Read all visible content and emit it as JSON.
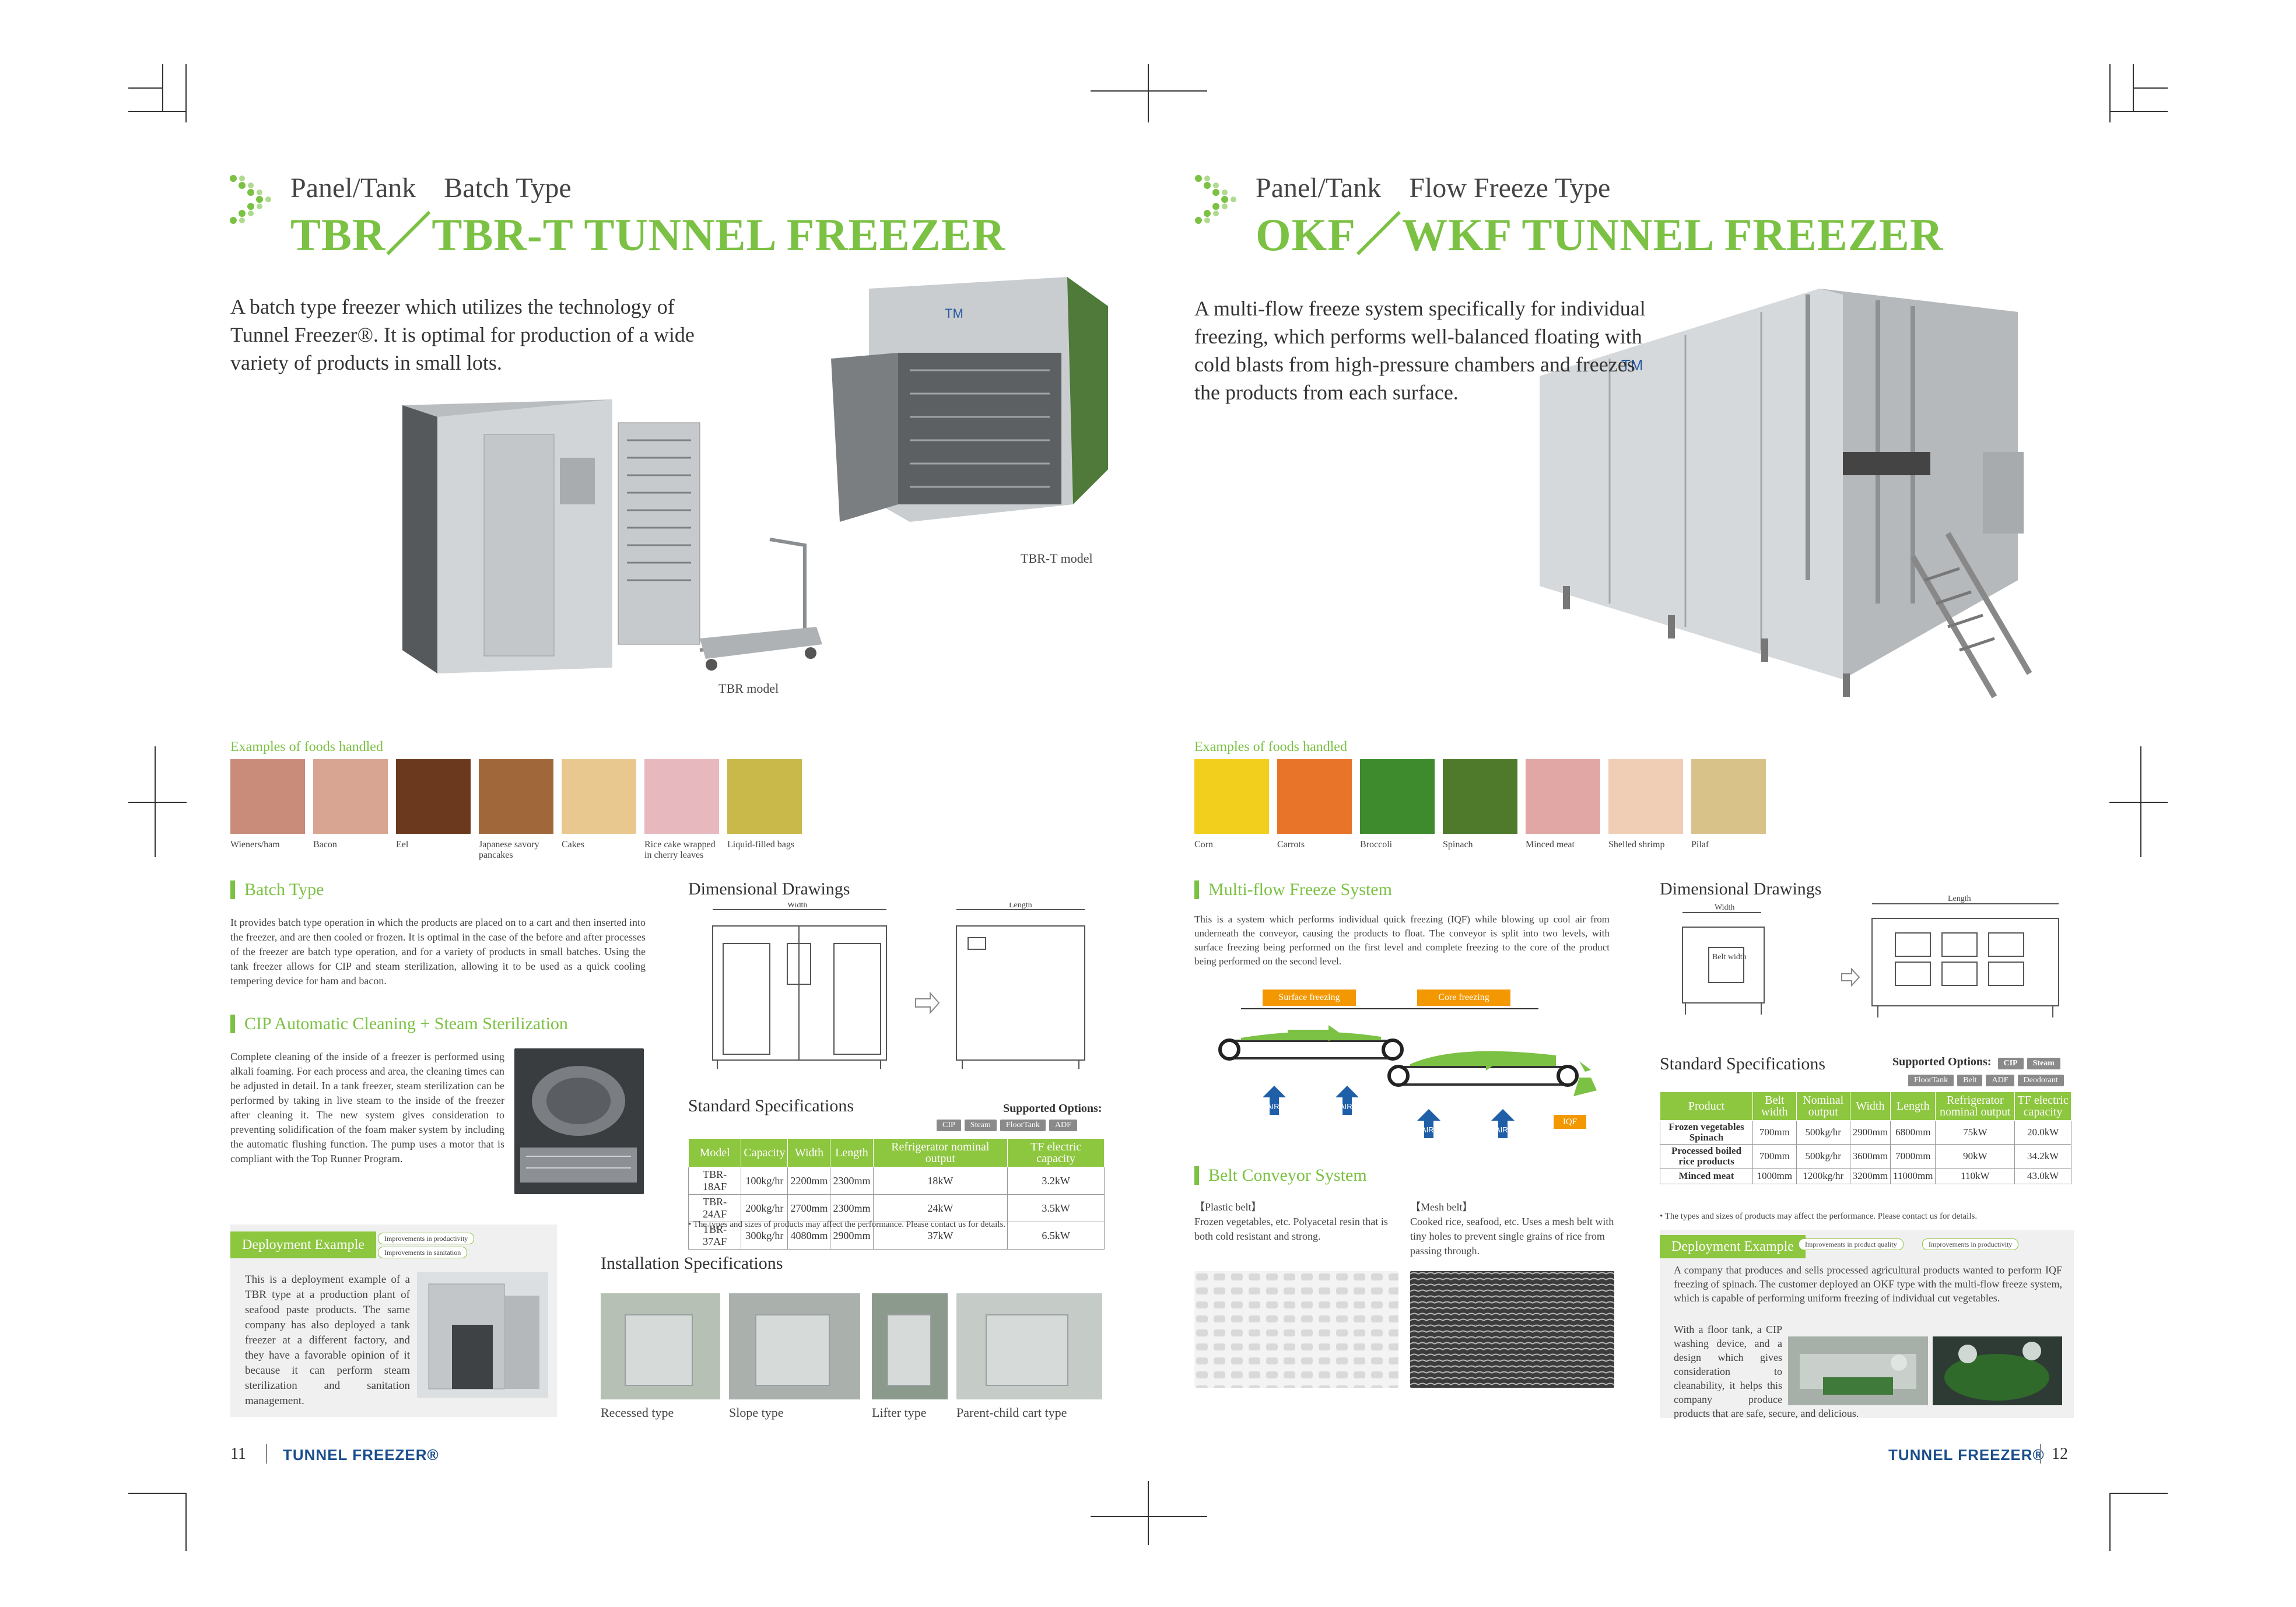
{
  "left": {
    "subtitle": "Panel/Tank　Batch Type",
    "title": "TBR／TBR-T TUNNEL FREEZER",
    "intro": "A batch type freezer which utilizes the technology of Tunnel Freezer®. It is optimal for production of a wide variety of products in small lots.",
    "captions": {
      "tbr": "TBR model",
      "tbrt": "TBR-T model"
    },
    "foods_label": "Examples of foods handled",
    "foods": [
      "Wieners/ham",
      "Bacon",
      "Eel",
      "Japanese savory pancakes",
      "Cakes",
      "Rice cake wrapped in cherry leaves",
      "Liquid-filled bags"
    ],
    "food_colors": [
      "#c98b7a",
      "#d8a592",
      "#6b3a1e",
      "#a0683a",
      "#e9c890",
      "#e7b8be",
      "#c9b84a"
    ],
    "batch_head": "Batch Type",
    "batch_text": "It provides batch type operation in which the products are placed on to a cart and then inserted into the freezer, and are then cooled or frozen. It is optimal in the case of the before and after processes of the freezer are batch type operation, and for a variety of products in small batches. Using the tank freezer allows for CIP and steam sterilization, allowing it to be used as a quick cooling tempering device for ham and bacon.",
    "cip_head": "CIP Automatic Cleaning + Steam Sterilization",
    "cip_text": "Complete cleaning of the inside of a freezer is performed using alkali foaming. For each process and area, the cleaning times can be adjusted in detail. In a tank freezer, steam sterilization can be performed by taking in live steam to the inside of the freezer after cleaning it. The new system gives consideration to preventing solidification of the foam maker system by including the automatic flushing function. The pump uses a motor that is compliant with the Top Runner Program.",
    "dim_head": "Dimensional Drawings",
    "dim_width": "Width",
    "dim_length": "Length",
    "spec_head": "Standard Specifications",
    "options_label": "Supported Options:",
    "options": [
      "CIP",
      "Steam",
      "FloorTank",
      "ADF"
    ],
    "spec_cols": [
      "Model",
      "Capacity",
      "Width",
      "Length",
      "Refrigerator nominal output",
      "TF electric capacity"
    ],
    "spec_rows": [
      [
        "TBR-18AF",
        "100kg/hr",
        "2200mm",
        "2300mm",
        "18kW",
        "3.2kW"
      ],
      [
        "TBR-24AF",
        "200kg/hr",
        "2700mm",
        "2300mm",
        "24kW",
        "3.5kW"
      ],
      [
        "TBR-37AF",
        "300kg/hr",
        "4080mm",
        "2900mm",
        "37kW",
        "6.5kW"
      ]
    ],
    "spec_note": "• The types and sizes of products may affect the performance. Please contact us for details.",
    "deploy_head": "Deployment Example",
    "deploy_tags": [
      "Improvements in productivity",
      "Improvements in sanitation"
    ],
    "deploy_text": "This is a deployment example of a TBR type at a production plant of seafood paste products. The same company has also deployed a tank freezer at a different factory, and they have a favorable opinion of it because it can perform steam sterilization and sanitation management.",
    "install_head": "Installation Specifications",
    "install": [
      "Recessed type",
      "Slope type",
      "Lifter type",
      "Parent-child cart type"
    ],
    "page_no": "11",
    "brand": "TUNNEL FREEZER®"
  },
  "right": {
    "subtitle": "Panel/Tank　Flow Freeze Type",
    "title": "OKF／WKF TUNNEL FREEZER",
    "intro": "A multi-flow freeze system specifically for individual freezing, which performs well-balanced floating with cold blasts from high-pressure chambers and freezes the products from each surface.",
    "foods_label": "Examples of foods handled",
    "foods": [
      "Corn",
      "Carrots",
      "Broccoli",
      "Spinach",
      "Minced meat",
      "Shelled shrimp",
      "Pilaf"
    ],
    "food_colors": [
      "#f2cf1d",
      "#e8742a",
      "#3e8b2e",
      "#4f7a2c",
      "#e0a7a5",
      "#f0cdb5",
      "#d9c28a"
    ],
    "mf_head": "Multi-flow Freeze System",
    "mf_text": "This is a system which performs individual quick freezing (IQF) while blowing up cool air from underneath the conveyor, causing the products to float. The conveyor is split into two levels, with surface freezing being performed on the first level and complete freezing to the core of the product being performed on the second level.",
    "diagram": {
      "surface": "Surface freezing",
      "core": "Core freezing",
      "air": "AIR",
      "iqf": "IQF"
    },
    "belt_head": "Belt Conveyor System",
    "plastic_title": "【Plastic belt】",
    "plastic_text": "Frozen vegetables, etc. Polyacetal resin that is both cold resistant and strong.",
    "mesh_title": "【Mesh belt】",
    "mesh_text": "Cooked rice, seafood, etc. Uses a mesh belt with tiny holes to prevent single grains of rice from passing through.",
    "dim_head": "Dimensional Drawings",
    "dim_width": "Width",
    "dim_length": "Length",
    "dim_belt": "Belt width",
    "spec_head": "Standard Specifications",
    "options_label": "Supported Options:",
    "options_row1": [
      "CIP",
      "Steam"
    ],
    "options_row2": [
      "FloorTank",
      "Belt",
      "ADF",
      "Deodorant"
    ],
    "spec_cols": [
      "Product",
      "Belt width",
      "Nominal output",
      "Width",
      "Length",
      "Refrigerator nominal output",
      "TF electric capacity"
    ],
    "spec_rows": [
      [
        "Frozen vegetables Spinach",
        "700mm",
        "500kg/hr",
        "2900mm",
        "6800mm",
        "75kW",
        "20.0kW"
      ],
      [
        "Processed boiled rice products",
        "700mm",
        "500kg/hr",
        "3600mm",
        "7000mm",
        "90kW",
        "34.2kW"
      ],
      [
        "Minced meat",
        "1000mm",
        "1200kg/hr",
        "3200mm",
        "11000mm",
        "110kW",
        "43.0kW"
      ]
    ],
    "spec_note": "• The types and sizes of products may affect the performance. Please contact us for details.",
    "deploy_head": "Deployment Example",
    "deploy_tags": [
      "Improvements in product quality",
      "Improvements in productivity"
    ],
    "deploy_text1": "A company that produces and sells processed agricultural products wanted to perform IQF freezing of spinach. The customer deployed an OKF type with the multi-flow freeze system, which is capable of performing uniform freezing of individual cut vegetables.",
    "deploy_text2": "With a floor tank, a CIP washing device, and a design which gives consideration to cleanability, it helps this company produce products that are safe, secure, and delicious.",
    "page_no": "12",
    "brand": "TUNNEL FREEZER®"
  },
  "colors": {
    "accent": "#7bc143",
    "table_head": "#8dc63f",
    "orange": "#f39800",
    "air_blue": "#1f5fa8",
    "brand_blue": "#1a4e8c"
  }
}
